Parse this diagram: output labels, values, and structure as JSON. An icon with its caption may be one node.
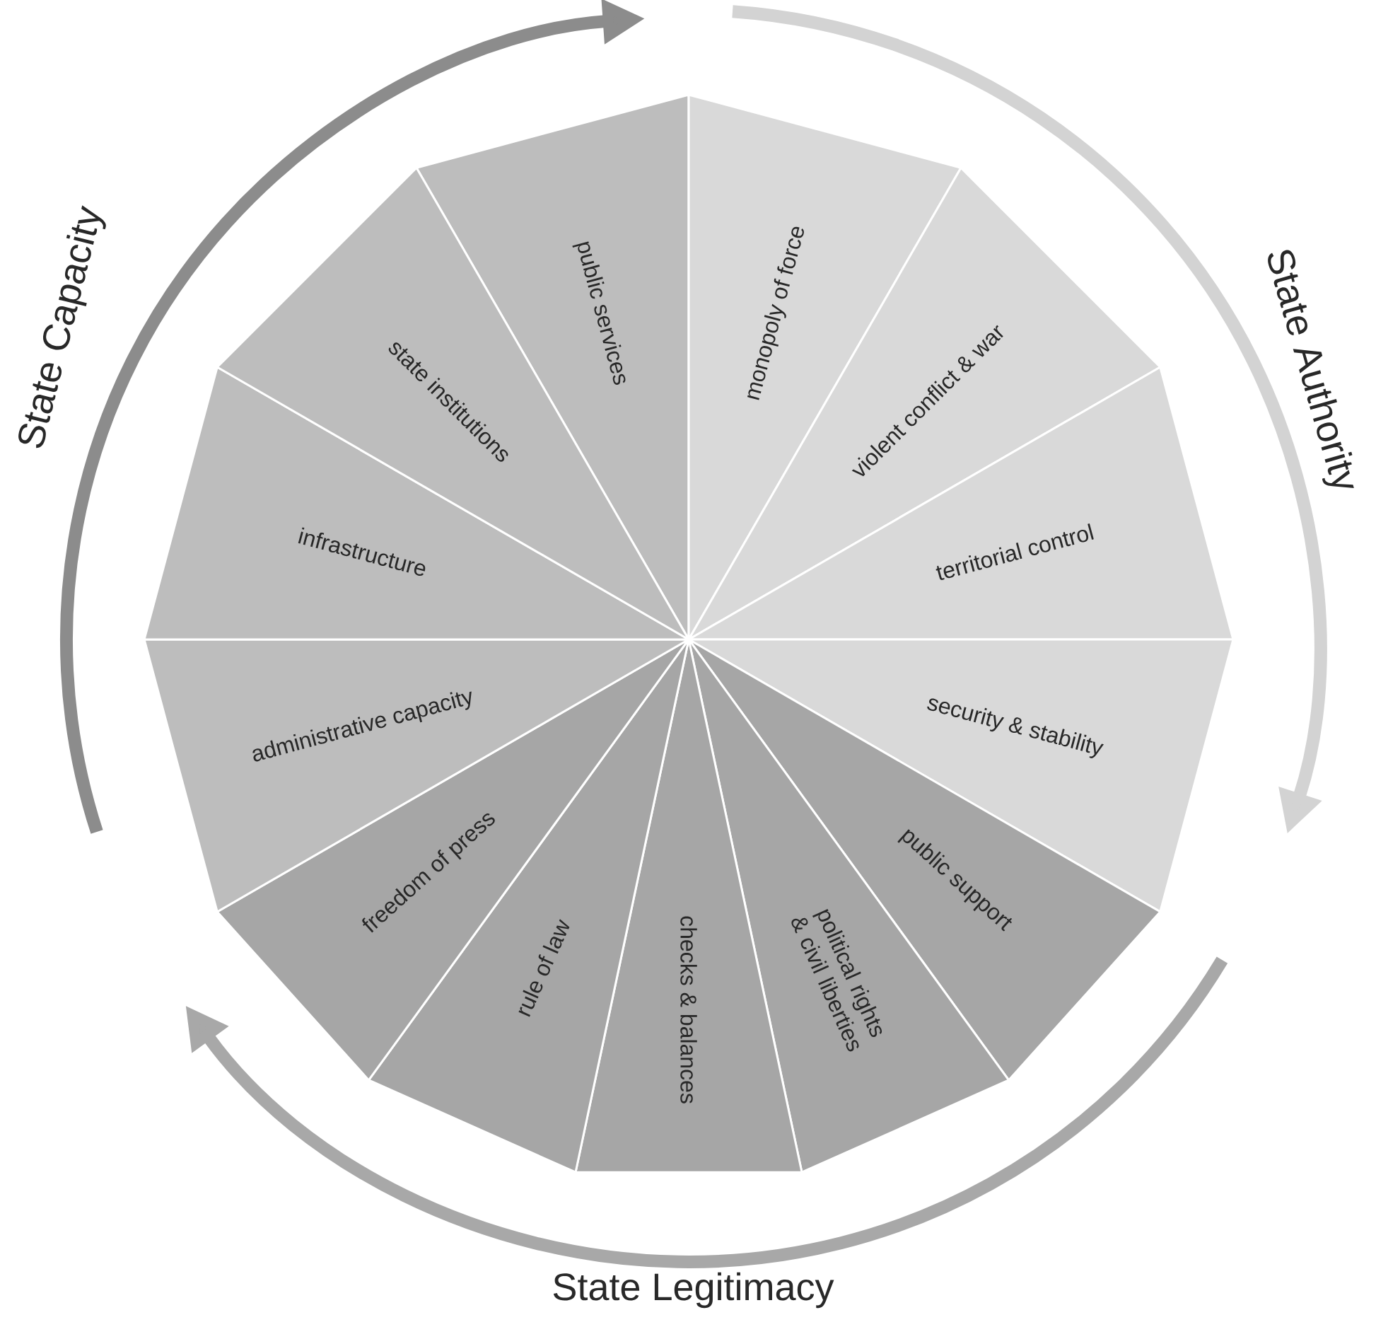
{
  "diagram": {
    "nodes": [
      {
        "text": [
          "public services"
        ]
      },
      {
        "text": [
          "monopoly of force"
        ]
      },
      {
        "text": [
          "violent conflict & war"
        ]
      },
      {
        "text": [
          "territorial control"
        ]
      },
      {
        "text": [
          "security & stability"
        ]
      },
      {
        "text": [
          "public support"
        ]
      },
      {
        "text": [
          "political rights & civil liberties"
        ]
      },
      {
        "text": [
          "checks & balances"
        ]
      },
      {
        "text": [
          "rule of law"
        ]
      },
      {
        "text": [
          "freedom of press"
        ]
      },
      {
        "text": [
          "administrative capacity"
        ]
      },
      {
        "text": [
          "infrastructure"
        ]
      },
      {
        "text": [
          "state institutions"
        ]
      }
    ],
    "labels": [
      "State Capacity",
      "State Authority",
      "State Legitimacy"
    ]
  }
}
